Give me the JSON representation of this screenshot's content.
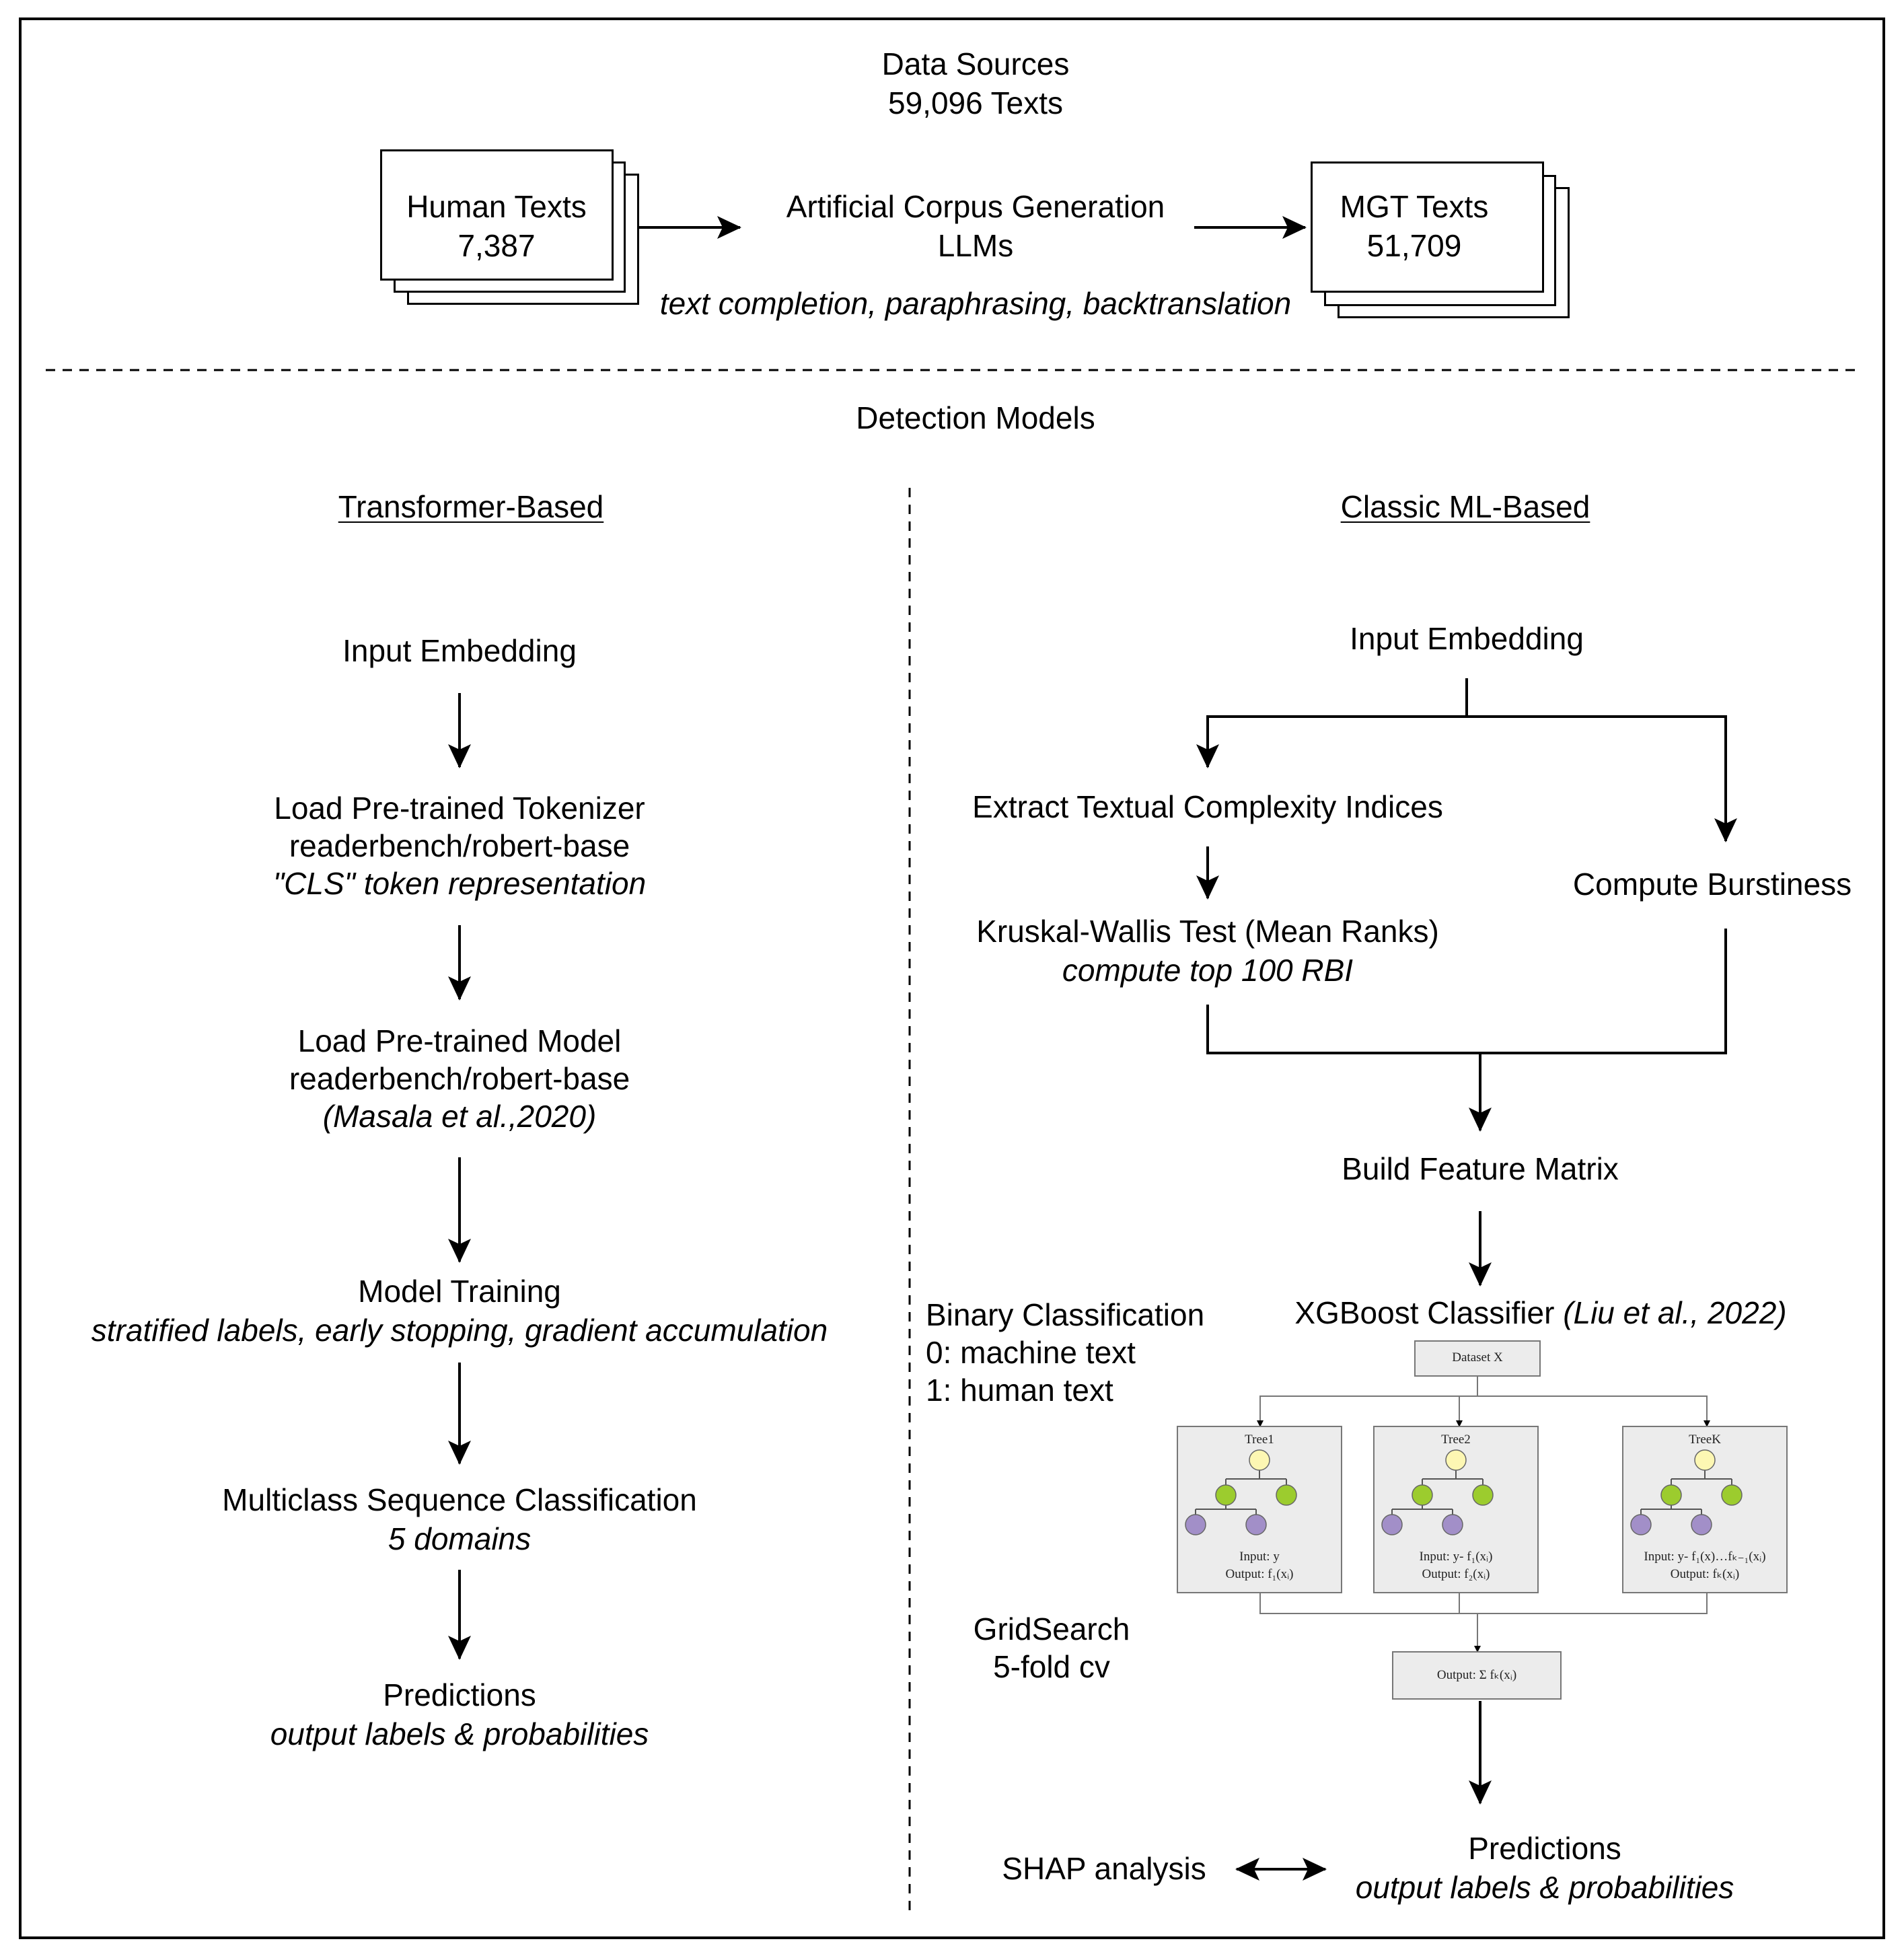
{
  "data_sources": {
    "title": "Data Sources",
    "total": "59,096 Texts",
    "human": {
      "label": "Human Texts",
      "count": "7,387"
    },
    "generation": {
      "title": "Artificial Corpus Generation",
      "subtitle": "LLMs",
      "methods": "text completion, paraphrasing, backtranslation"
    },
    "mgt": {
      "label": "MGT Texts",
      "count": "51,709"
    }
  },
  "detection": {
    "title": "Detection Models",
    "transformer": {
      "heading": "Transformer-Based",
      "steps": [
        {
          "lines": [
            "Input Embedding"
          ],
          "italic": []
        },
        {
          "lines": [
            "Load Pre-trained Tokenizer",
            "readerbench/robert-base"
          ],
          "italic": [
            "\"CLS\" token representation"
          ]
        },
        {
          "lines": [
            "Load Pre-trained Model",
            "readerbench/robert-base"
          ],
          "italic": [
            "(Masala et al.,2020)"
          ]
        },
        {
          "lines": [
            "Model Training"
          ],
          "italic": [
            "stratified labels, early stopping, gradient accumulation"
          ]
        },
        {
          "lines": [
            "Multiclass Sequence Classification"
          ],
          "italic": [
            "5 domains"
          ]
        },
        {
          "lines": [
            "Predictions"
          ],
          "italic": [
            "output labels & probabilities"
          ]
        }
      ]
    },
    "classic": {
      "heading": "Classic ML-Based",
      "input_embedding": "Input Embedding",
      "complexity": "Extract Textual Complexity Indices",
      "burstiness": "Compute Burstiness",
      "kruskal": "Kruskal-Wallis Test (Mean Ranks)",
      "kruskal_note": "compute top 100 RBI",
      "feature_matrix": "Build Feature Matrix",
      "xgboost": "XGBoost Classifier",
      "xgboost_ref": "(Liu et al., 2022)",
      "binary": {
        "title": "Binary Classification",
        "zero": "0: machine text",
        "one": "1: human text"
      },
      "gridsearch": {
        "title": "GridSearch",
        "cv": "5-fold cv"
      },
      "shap": "SHAP analysis",
      "predictions": "Predictions",
      "predictions_note": "output labels & probabilities",
      "xgb_figure": {
        "dataset": "Dataset X",
        "trees": [
          {
            "name": "Tree1",
            "input": "Input: y",
            "output": "Output: f₁(xᵢ)"
          },
          {
            "name": "Tree2",
            "input": "Input: y- f₁(xᵢ)",
            "output": "Output: f₂(xᵢ)"
          },
          {
            "name": "TreeK",
            "input": "Input: y- f₁(x)…fₖ₋₁(xᵢ)",
            "output": "Output: fₖ(xᵢ)"
          }
        ],
        "output": "Output: Σ fₖ(xᵢ)"
      }
    }
  },
  "colors": {
    "tree_root": "#fdf7b3",
    "tree_mid": "#9ccc2e",
    "tree_leaf": "#a28fc8",
    "box_fill": "#ececec"
  }
}
